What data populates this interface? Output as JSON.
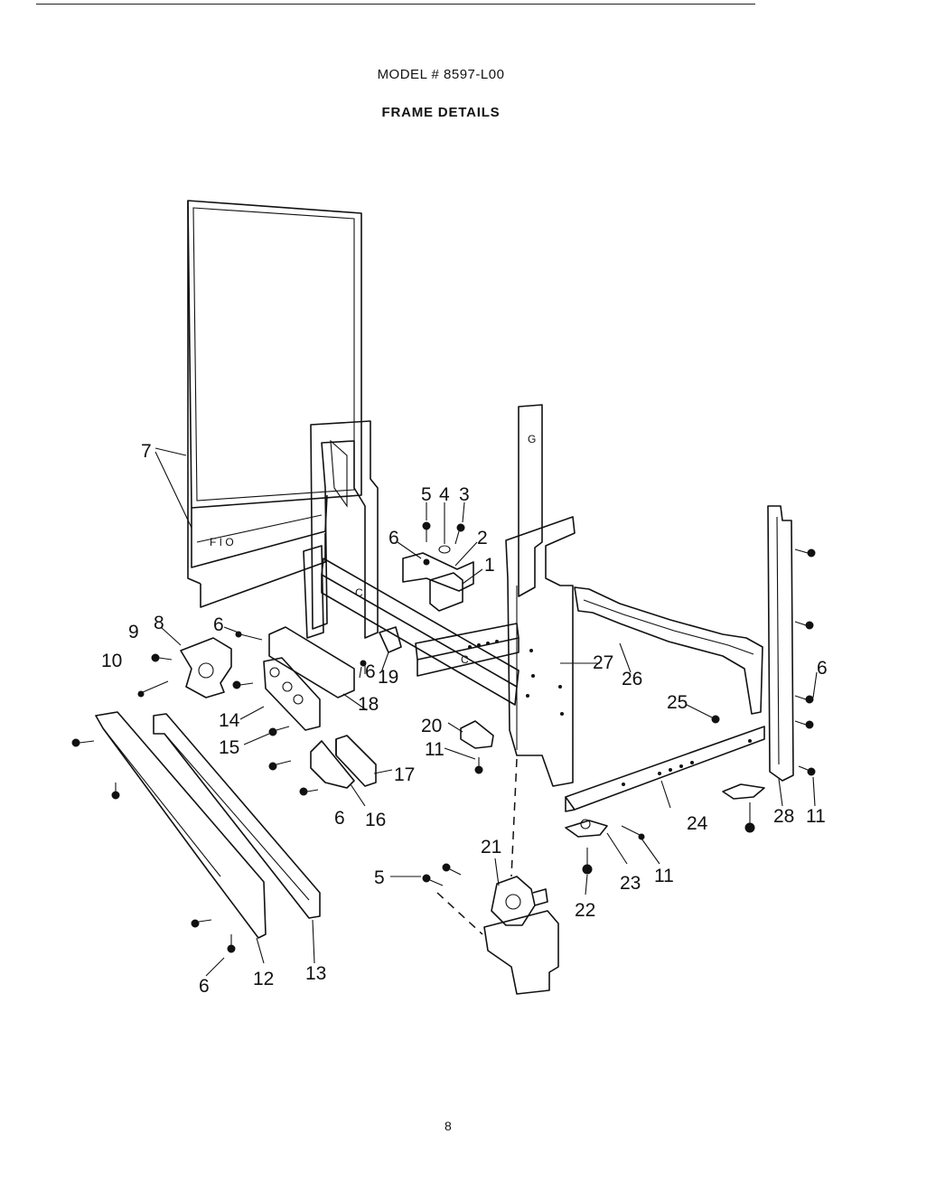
{
  "header": {
    "model": "MODEL # 8597-L00",
    "title": "FRAME DETAILS"
  },
  "page_number": "8",
  "callouts": [
    "1",
    "2",
    "3",
    "4",
    "5",
    "6",
    "7",
    "8",
    "9",
    "10",
    "11",
    "12",
    "13",
    "14",
    "15",
    "16",
    "17",
    "18",
    "19",
    "20",
    "21",
    "22",
    "23",
    "24",
    "25",
    "26",
    "27",
    "28"
  ],
  "frame_labels": {
    "left_panel_mark": "F I O",
    "upright_mark": "G",
    "rail_mark": "C"
  }
}
